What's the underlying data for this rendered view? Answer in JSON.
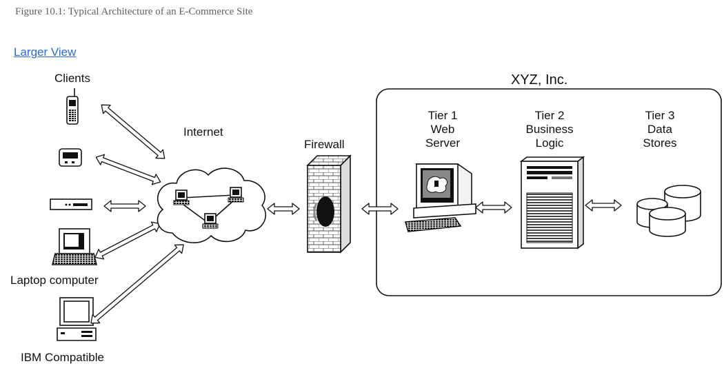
{
  "figure": {
    "caption": "Figure 10.1: Typical Architecture of an E-Commerce Site",
    "larger_view_link": "Larger View"
  },
  "diagram": {
    "clients_label": "Clients",
    "laptop_label": "Laptop computer",
    "ibm_label": "IBM Compatible",
    "internet_label": "Internet",
    "firewall_label": "Firewall",
    "company_label": "XYZ, Inc.",
    "tiers": [
      {
        "line1": "Tier 1",
        "line2": "Web",
        "line3": "Server"
      },
      {
        "line1": "Tier 2",
        "line2": "Business",
        "line3": "Logic"
      },
      {
        "line1": "Tier 3",
        "line2": "Data",
        "line3": "Stores"
      }
    ]
  }
}
